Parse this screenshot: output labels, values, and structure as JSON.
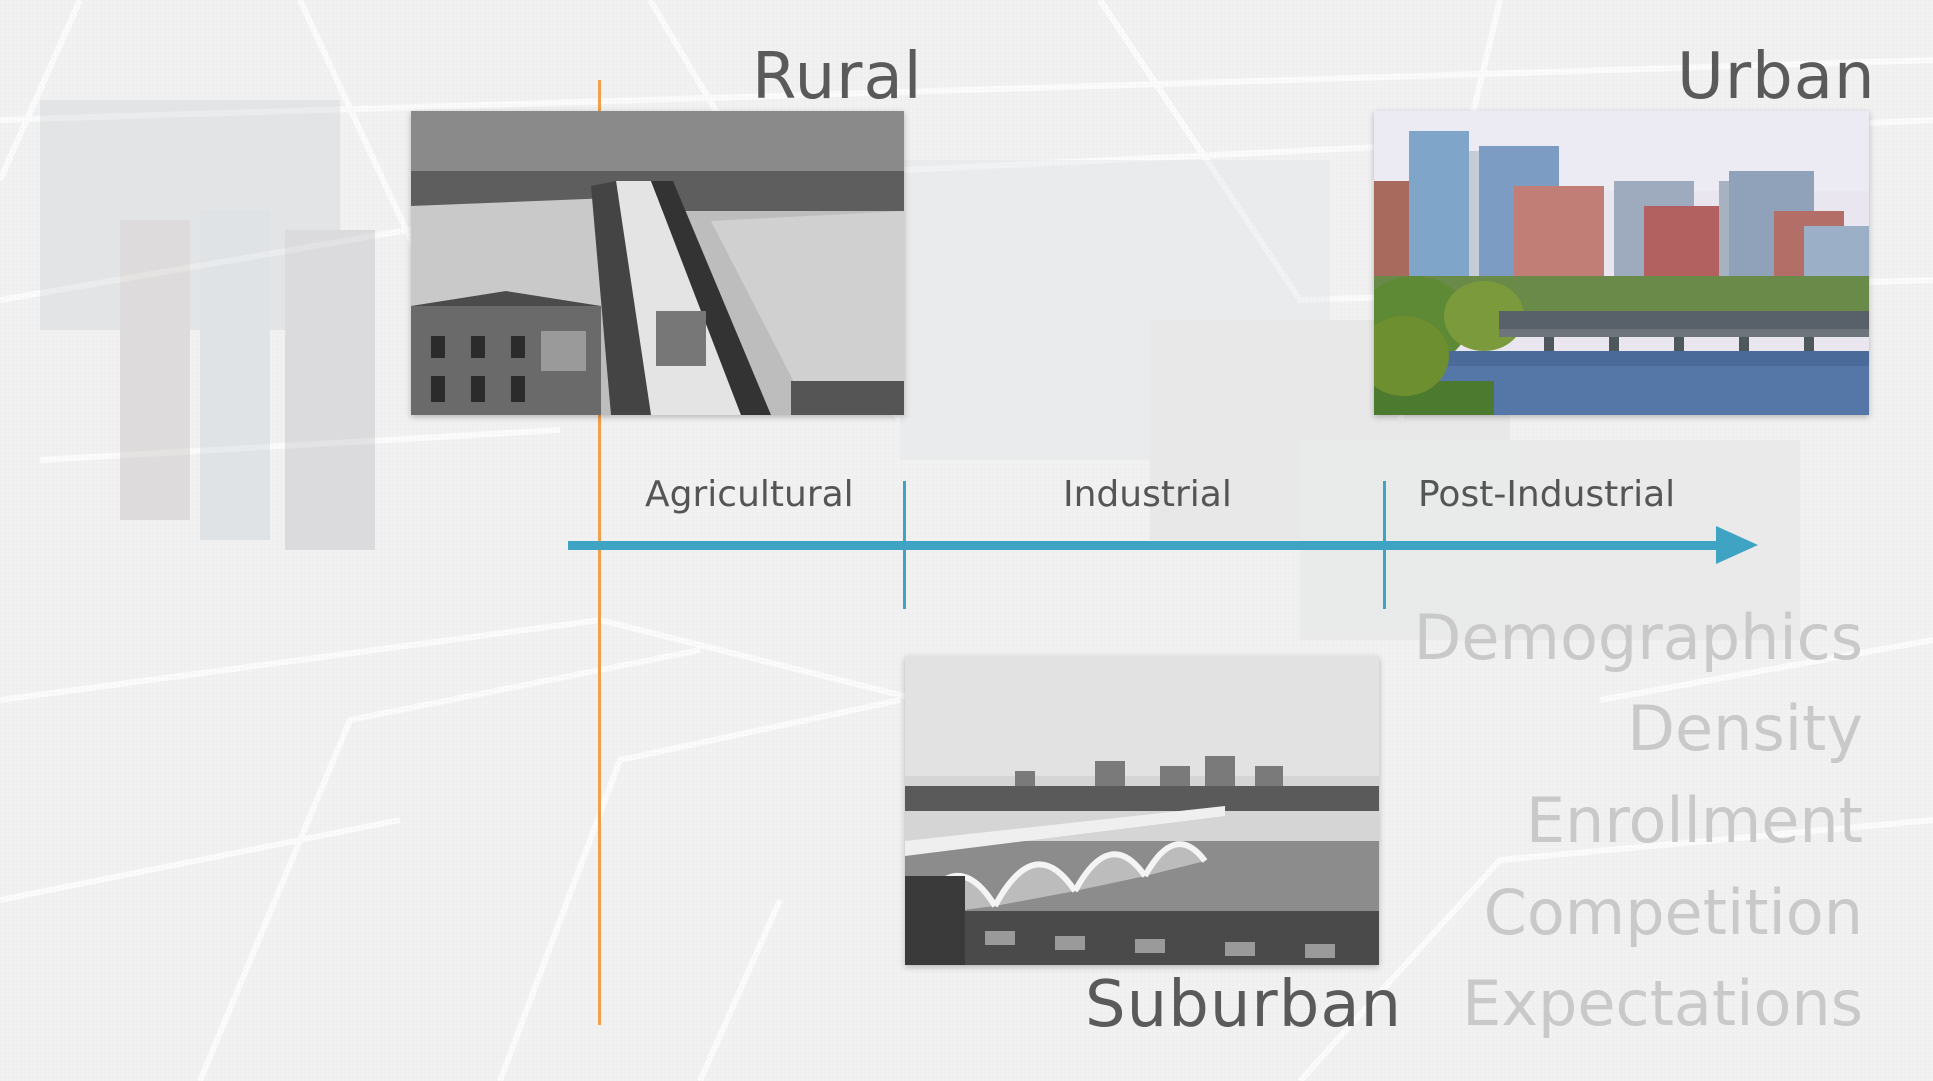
{
  "diagram": {
    "stages": {
      "rural": "Rural",
      "urban": "Urban",
      "suburban": "Suburban"
    },
    "eras": [
      "Agricultural",
      "Industrial",
      "Post-Industrial"
    ],
    "factors": [
      "Demographics",
      "Density",
      "Enrollment",
      "Competition",
      "Expectations"
    ],
    "colors": {
      "timeline": "#3fa3c4",
      "marker": "#f0a04a",
      "factor_text": "#c9c9c9",
      "stage_text": "#5a5a5a"
    }
  }
}
